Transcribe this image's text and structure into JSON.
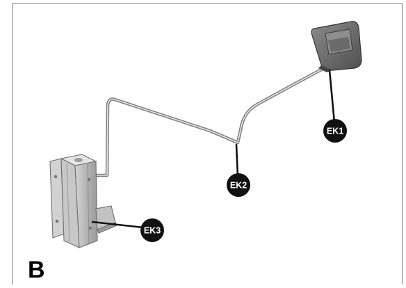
{
  "figure": {
    "label": "B"
  },
  "callouts": [
    {
      "id": "ek1",
      "text": "EK1"
    },
    {
      "id": "ek2",
      "text": "EK2"
    },
    {
      "id": "ek3",
      "text": "EK3"
    }
  ],
  "colors": {
    "frame": "#7a7a7a",
    "callout_fill": "#111111",
    "callout_text": "#ffffff",
    "rod": "#8a8a8a",
    "bracket": "#bdbdbd",
    "lamp_body": "#6f6f6f"
  }
}
